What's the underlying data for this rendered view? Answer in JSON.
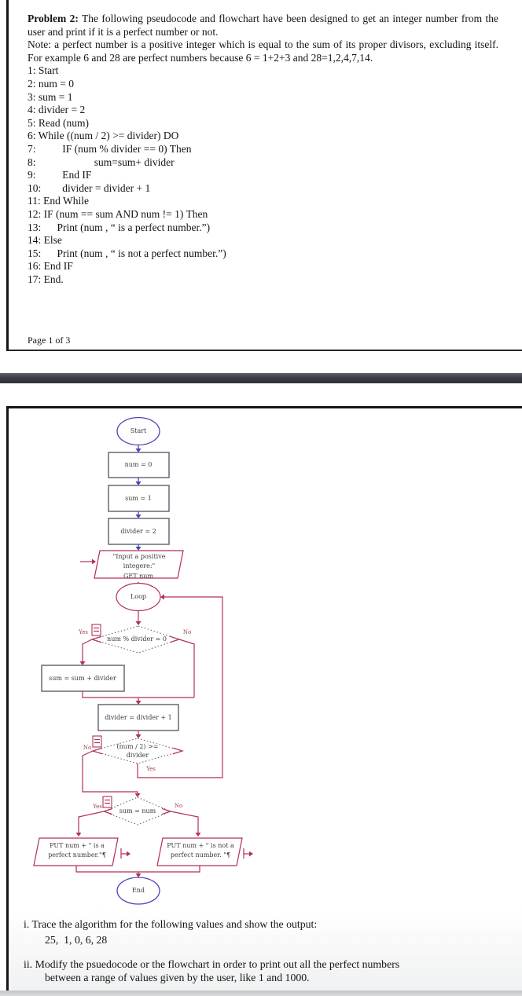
{
  "colors": {
    "flow_blue": "#4a43bb",
    "flow_crimson": "#b03156",
    "box_border": "#5e5e6e",
    "label_red": "#9c4343",
    "bar_dark": "#3d4147"
  },
  "document": {
    "p1_bold": "Problem 2:",
    "p1_rest": " The following pseudocode and flowchart have been designed to get an integer number from the user and print if it is a perfect number or not.",
    "note": "Note: a perfect number is a positive integer which is equal to the sum of its proper divisors, excluding itself. For example 6 and 28 are perfect numbers because 6 = 1+2+3 and 28=1,2,4,7,14.",
    "pseudocode": [
      "1: Start",
      "2: num = 0",
      "3: sum = 1",
      "4: divider = 2",
      "5: Read (num)",
      "6: While ((num / 2) >= divider) DO",
      "7:          IF (num % divider == 0) Then",
      "8:                      sum=sum+ divider",
      "9:          End IF",
      "10:        divider = divider + 1",
      "11: End While",
      "12: IF (num == sum AND num != 1) Then",
      "13:      Print (num , “ is a perfect number.”)",
      "14: Else",
      "15:      Print (num , “ is not a perfect number.”)",
      "16: End IF",
      "17: End."
    ],
    "page_label": "Page 1 of 3"
  },
  "flowchart": {
    "start_label": "Start",
    "assign1": "num = 0",
    "assign2": "sum = 1",
    "assign3": "divider = 2",
    "input_l1": "\"Input a positive",
    "input_l2": "integere:\"",
    "input_l3": "GET num",
    "loop_label": "Loop",
    "d1": "num % divider = 0",
    "assign4": "sum = sum + divider",
    "assign5": "divider = divider + 1",
    "d2_l1": "(num / 2) >=",
    "d2_l2": "divider",
    "d3": "sum = num",
    "put_left_l1": "PUT num + \" is a",
    "put_left_l2": "perfect number.\"¶",
    "put_right_l1": "PUT num + \" is not a",
    "put_right_l2": "perfect number. \"¶",
    "end_label": "End",
    "yes": "Yes",
    "no": "No"
  },
  "questions": {
    "q1": "i. Trace the algorithm for the following values and show the output:",
    "q1_values": "25,  1, 0, 6, 28",
    "q2_line1": "ii. Modify the psuedocode or the flowchart in order to print out all the perfect numbers",
    "q2_line2": "between a range of values given by the user, like 1 and 1000."
  }
}
